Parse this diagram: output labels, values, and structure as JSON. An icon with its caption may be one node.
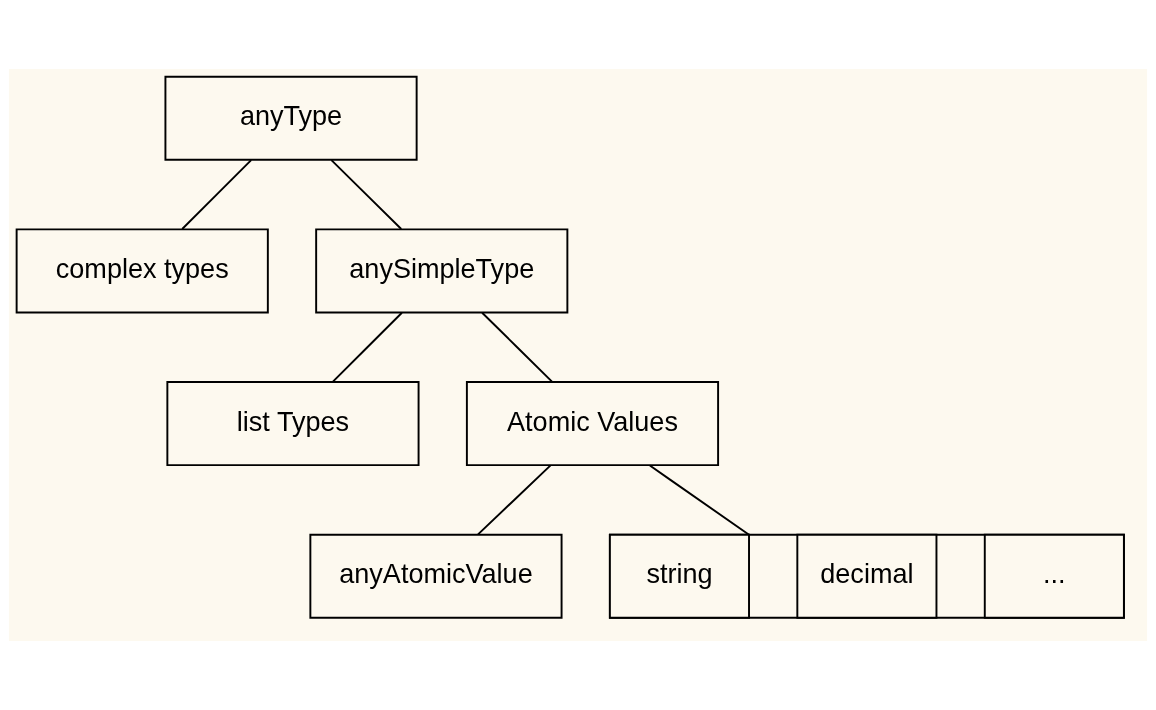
{
  "diagram": {
    "nodes": [
      {
        "text": [
          "anyType"
        ]
      },
      {
        "text": [
          "complex types"
        ]
      },
      {
        "text": [
          "anySimpleType"
        ]
      },
      {
        "text": [
          "list Types"
        ]
      },
      {
        "text": [
          "Atomic Values"
        ]
      },
      {
        "text": [
          "anyAtomicValue"
        ]
      },
      {
        "text": [],
        "shape": "box"
      },
      {
        "text": [
          "string"
        ],
        "in": 6
      },
      {
        "text": [
          "decimal"
        ],
        "in": 6
      },
      {
        "text": [
          "..."
        ],
        "in": 6
      }
    ],
    "edges": [
      {
        "from": 0,
        "to": 1,
        "arrow": "none"
      },
      {
        "from": 0,
        "to": 2,
        "arrow": "none"
      },
      {
        "from": 2,
        "to": 3,
        "arrow": "none"
      },
      {
        "from": 2,
        "to": 4,
        "arrow": "none"
      },
      {
        "from": 4,
        "to": 5,
        "arrow": "none"
      },
      {
        "from": 4,
        "to": 6,
        "arrow": "none"
      }
    ]
  }
}
